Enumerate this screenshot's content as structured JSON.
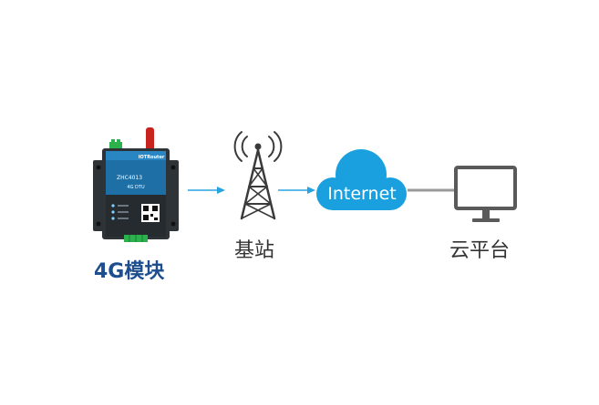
{
  "colors": {
    "arrow": "#29a3e0",
    "cloud": "#1aa0df",
    "device_blue": "#1e6fa6",
    "device_dark": "#2e3338",
    "label_blue": "#1d4e8f",
    "label_gray": "#333333",
    "monitor_gray": "#5a5a5a",
    "link_gray": "#9a9a9a"
  },
  "nodes": {
    "device": {
      "label": "4G模块",
      "brand": "IOTRouter",
      "model": "ZHC4013",
      "type_text": "4G DTU",
      "icon": "dtu-device-icon"
    },
    "base_station": {
      "label": "基站",
      "icon": "cell-tower-icon"
    },
    "internet": {
      "text": "Internet",
      "icon": "cloud-icon"
    },
    "cloud_platform": {
      "label": "云平台",
      "icon": "monitor-icon"
    }
  }
}
